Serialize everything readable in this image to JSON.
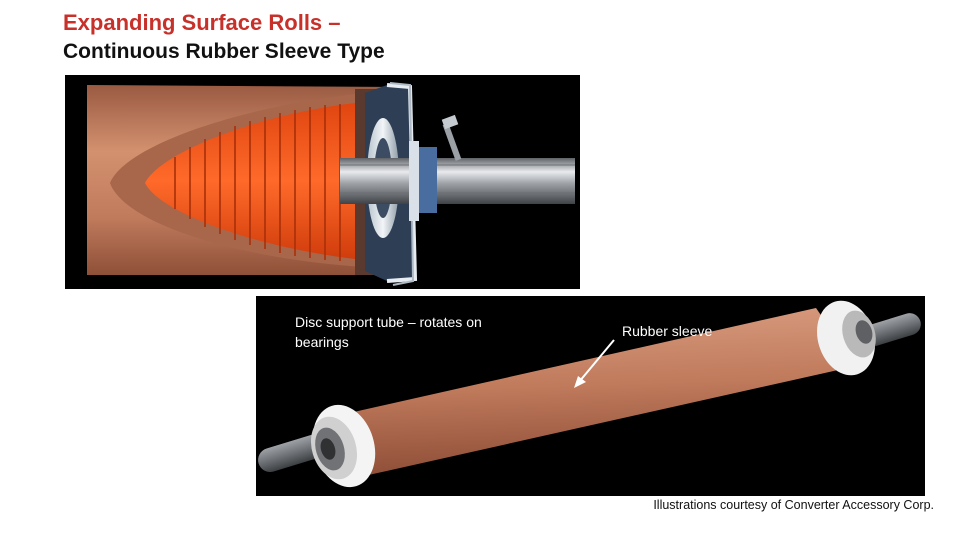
{
  "slide": {
    "title": "Expanding Surface Rolls –",
    "subtitle": "Continuous Rubber Sleeve Type"
  },
  "illustrations": {
    "callouts": {
      "disc_support": "Disc support tube – rotates on bearings",
      "rubber_sleeve": "Rubber sleeve"
    },
    "credit": "Illustrations courtesy of Converter Accessory Corp."
  },
  "colors": {
    "title_red": "#c8302a",
    "sleeve_copper": "#c07a5c",
    "disc_orange": "#ff5a1e",
    "background_black": "#000000"
  }
}
